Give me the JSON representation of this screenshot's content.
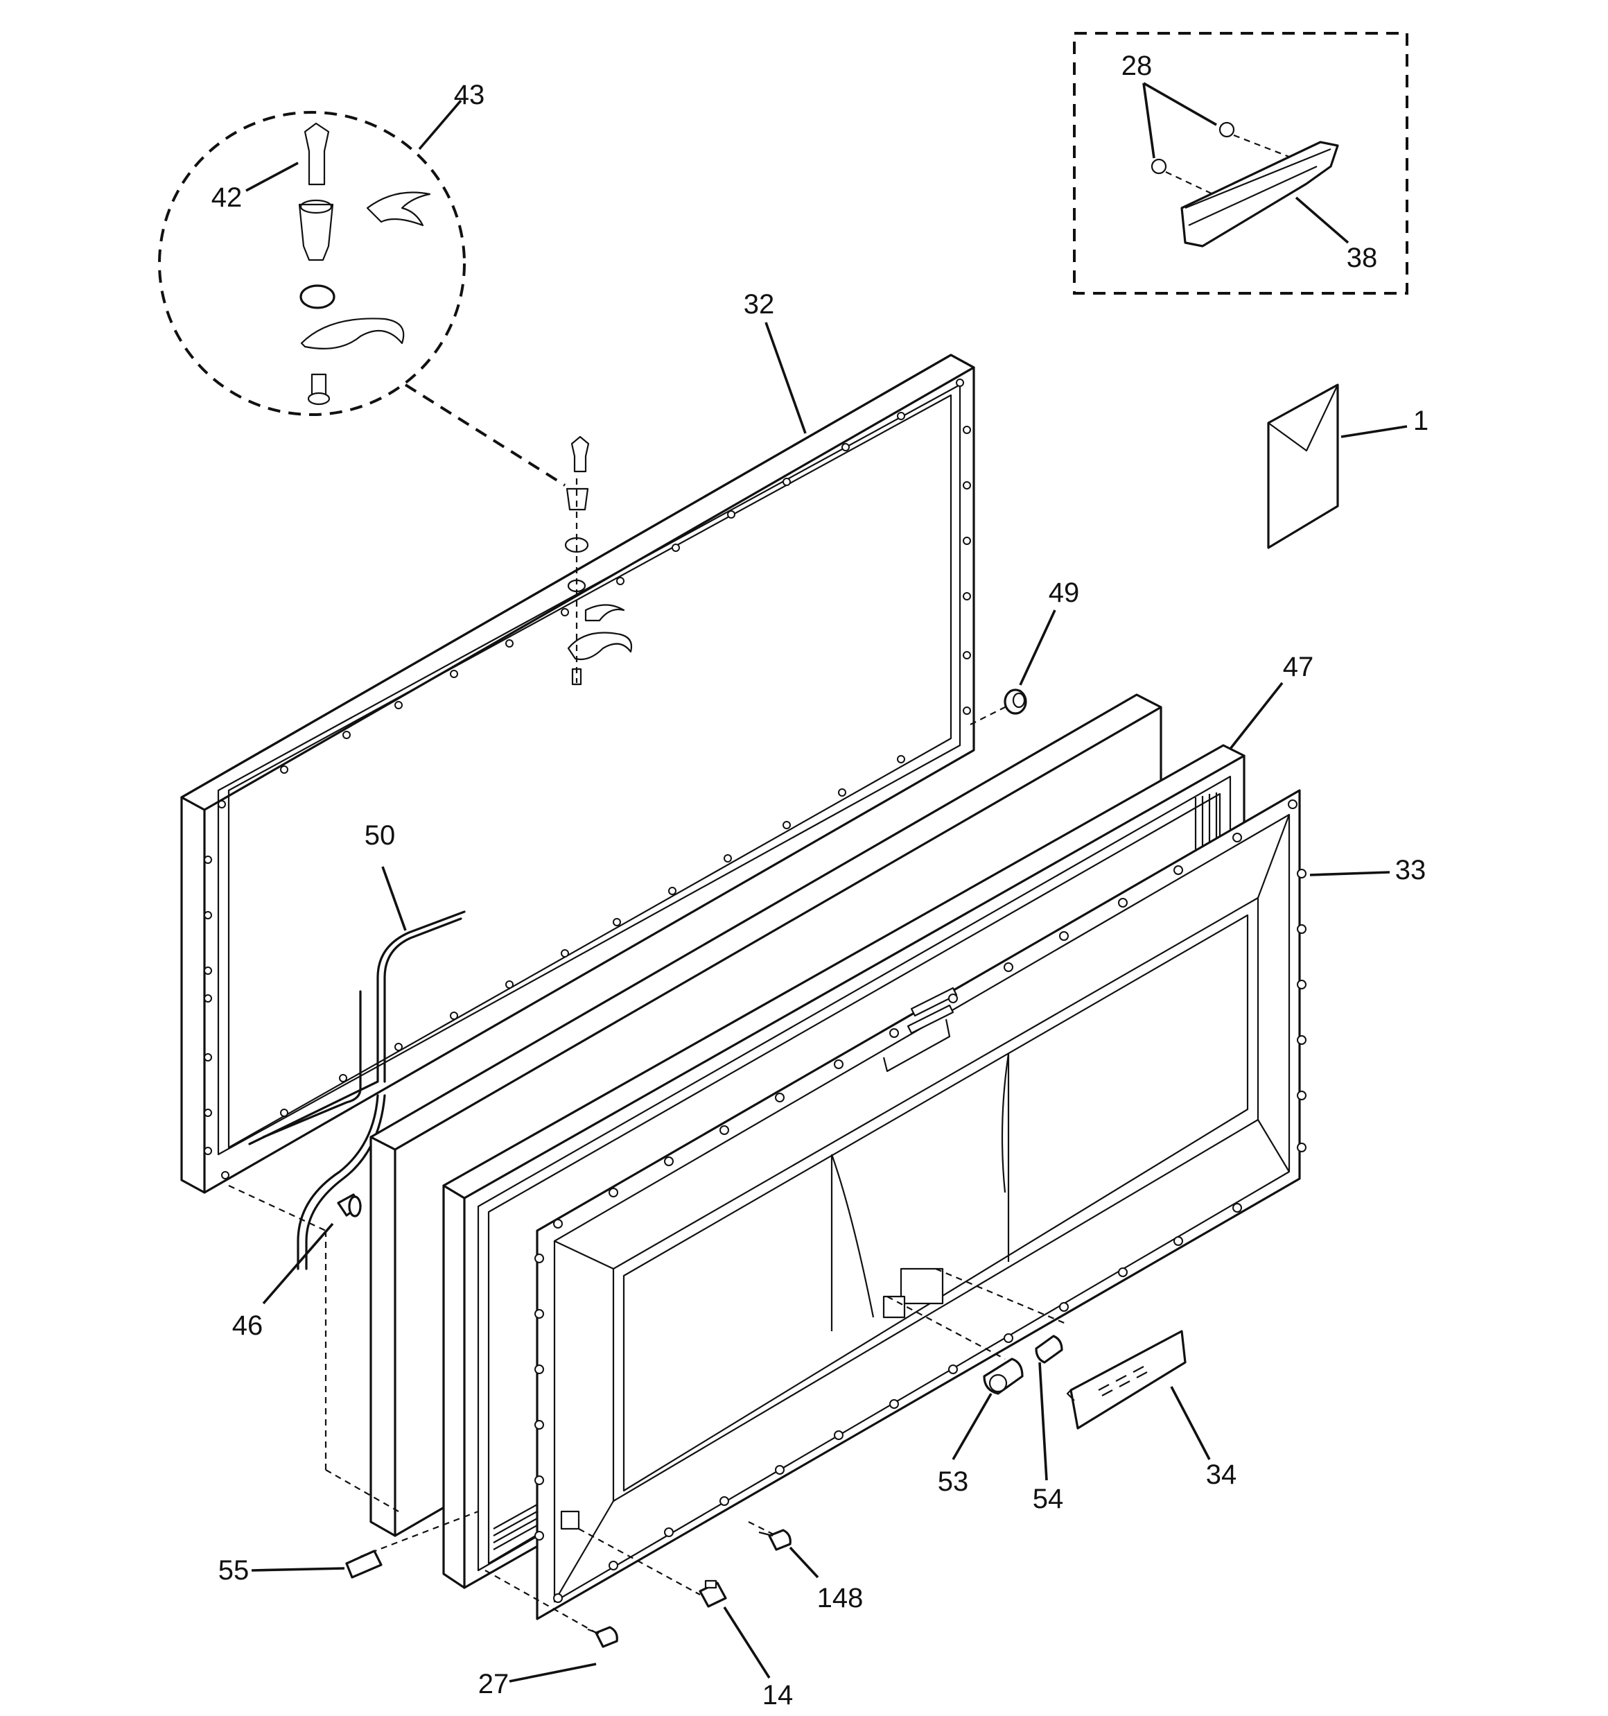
{
  "callouts": [
    {
      "id": "43",
      "label": "43"
    },
    {
      "id": "42",
      "label": "42"
    },
    {
      "id": "32",
      "label": "32"
    },
    {
      "id": "28",
      "label": "28"
    },
    {
      "id": "38",
      "label": "38"
    },
    {
      "id": "1",
      "label": "1"
    },
    {
      "id": "49",
      "label": "49"
    },
    {
      "id": "47",
      "label": "47"
    },
    {
      "id": "33",
      "label": "33"
    },
    {
      "id": "50",
      "label": "50"
    },
    {
      "id": "46",
      "label": "46"
    },
    {
      "id": "53",
      "label": "53"
    },
    {
      "id": "54",
      "label": "54"
    },
    {
      "id": "34",
      "label": "34"
    },
    {
      "id": "55",
      "label": "55"
    },
    {
      "id": "148",
      "label": "148"
    },
    {
      "id": "27",
      "label": "27"
    },
    {
      "id": "14",
      "label": "14"
    }
  ]
}
